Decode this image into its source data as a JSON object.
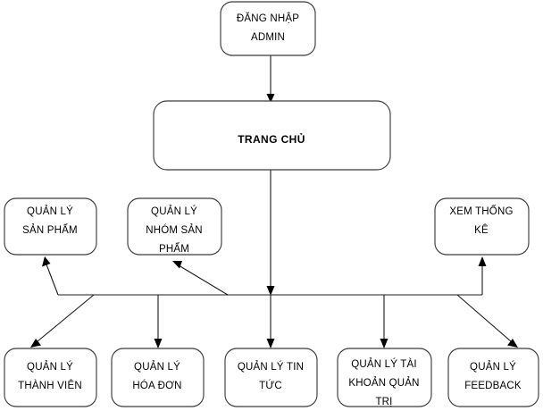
{
  "diagram": {
    "title": "Admin site map flowchart",
    "colors": {
      "background": "#ffffff",
      "box_stroke": "#3c3c3c",
      "connector": "#1a1a1a",
      "bus": "#4a4a4a",
      "text": "#000000"
    },
    "nodes": {
      "login": {
        "id": "dang-nhap-admin",
        "lines": [
          "ĐĂNG NHẬP",
          "ADMIN"
        ],
        "line1": "ĐĂNG NHẬP",
        "line2": "ADMIN"
      },
      "home": {
        "id": "trang-chu",
        "line1": "TRANG CHỦ"
      },
      "products": {
        "id": "quan-ly-san-pham",
        "line1": "QUẢN LÝ",
        "line2": "SẢN PHẨM"
      },
      "product_groups": {
        "id": "quan-ly-nhom-san-pham",
        "line1": "QUẢN LÝ",
        "line2": "NHÓM SẢN",
        "line3": "PHẨM"
      },
      "statistics": {
        "id": "xem-thong-ke",
        "line1": "XEM THỐNG",
        "line2": "KÊ"
      },
      "members": {
        "id": "quan-ly-thanh-vien",
        "line1": "QUẢN LÝ",
        "line2": "THÀNH VIÊN"
      },
      "invoices": {
        "id": "quan-ly-hoa-don",
        "line1": "QUẢN LÝ",
        "line2": "HÓA ĐƠN"
      },
      "news": {
        "id": "quan-ly-tin-tuc",
        "line1": "QUẢN LÝ TIN",
        "line2": "TỨC"
      },
      "admin_accounts": {
        "id": "quan-ly-tai-khoan-quan-tri",
        "line1": "QUẢN LÝ TÀI",
        "line2": "KHOẢN QUẢN",
        "line3": "TRỊ"
      },
      "feedback": {
        "id": "quan-ly-feedback",
        "line1": "QUẢN LÝ",
        "line2": "FEEDBACK"
      }
    }
  }
}
